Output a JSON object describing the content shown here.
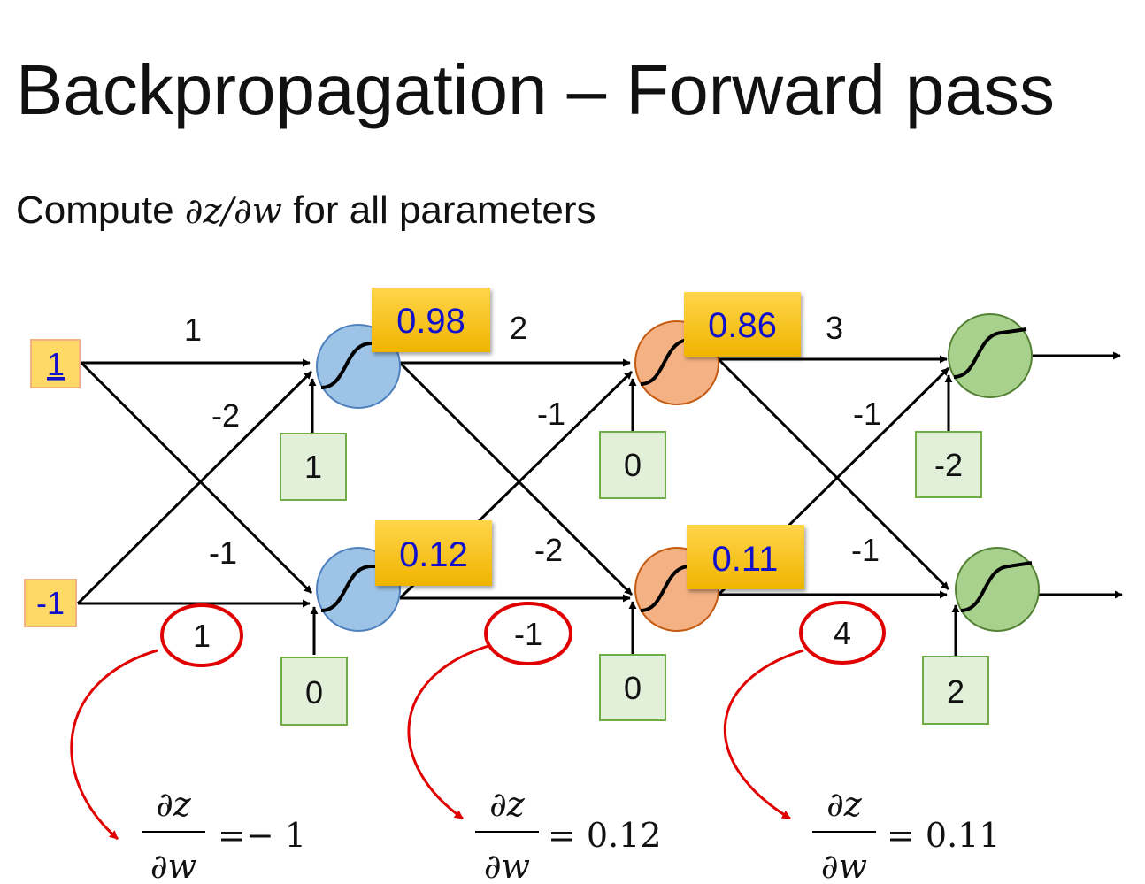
{
  "title": "Backpropagation – Forward pass",
  "subtitle": {
    "prefix": "Compute ",
    "math": "∂z/∂w",
    "suffix": " for all parameters"
  },
  "inputs": [
    "1",
    "-1"
  ],
  "weights": {
    "layer1": [
      "1",
      "-2",
      "-1",
      "1"
    ],
    "layer2": [
      "2",
      "-1",
      "-2",
      "-1"
    ],
    "layer3": [
      "3",
      "-1",
      "-1",
      "4"
    ]
  },
  "biases": {
    "layer1": [
      "1",
      "0"
    ],
    "layer2": [
      "0",
      "0"
    ],
    "layer3": [
      "-2",
      "2"
    ]
  },
  "activations": {
    "layer1": [
      "0.98",
      "0.12"
    ],
    "layer2": [
      "0.86",
      "0.11"
    ]
  },
  "derivatives": [
    {
      "numerator": "∂z",
      "denominator": "∂w",
      "result": "=− 1"
    },
    {
      "numerator": "∂z",
      "denominator": "∂w",
      "result": "= 0.12"
    },
    {
      "numerator": "∂z",
      "denominator": "∂w",
      "result": "= 0.11"
    }
  ],
  "colors": {
    "layer1_neuron": "#9dc3e6",
    "layer2_neuron": "#f4b183",
    "layer3_neuron": "#a9d18e",
    "input_box": "#ffd966",
    "activation_box": "#ffc000",
    "bias_box": "#e2f0d9",
    "highlight": "#e00000",
    "value_text": "#1111cc"
  }
}
